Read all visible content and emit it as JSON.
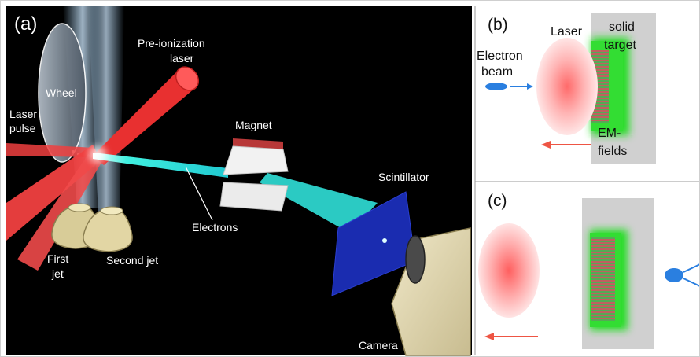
{
  "panel_a": {
    "panel_label": "(a)",
    "labels": {
      "wheel": "Wheel",
      "laser_pulse_1": "Laser",
      "laser_pulse_2": "pulse",
      "preionization_1": "Pre-ionization",
      "preionization_2": "laser",
      "magnet": "Magnet",
      "electrons": "Electrons",
      "scintillator": "Scintillator",
      "first_jet_1": "First",
      "first_jet_2": "jet",
      "second_jet": "Second jet",
      "camera": "Camera"
    }
  },
  "panel_b": {
    "panel_label": "(b)",
    "labels": {
      "laser": "Laser",
      "solid_1": "solid",
      "solid_2": "target",
      "electron_1": "Electron",
      "electron_2": "beam",
      "em_1": "EM-",
      "em_2": "fields"
    }
  },
  "panel_c": {
    "panel_label": "(c)"
  },
  "colors": {
    "background_a": "#000000",
    "laser_red": "#f04040",
    "electron_beam": "#30e0d8",
    "gas_jet_blue": "#a8d8ff",
    "scintillator_blue": "#1a2cb0",
    "target_grey": "#d0d0d0",
    "em_field_green": "#22dd22",
    "arrow_red": "#ee5544",
    "arrow_blue": "#2a7fe0"
  }
}
